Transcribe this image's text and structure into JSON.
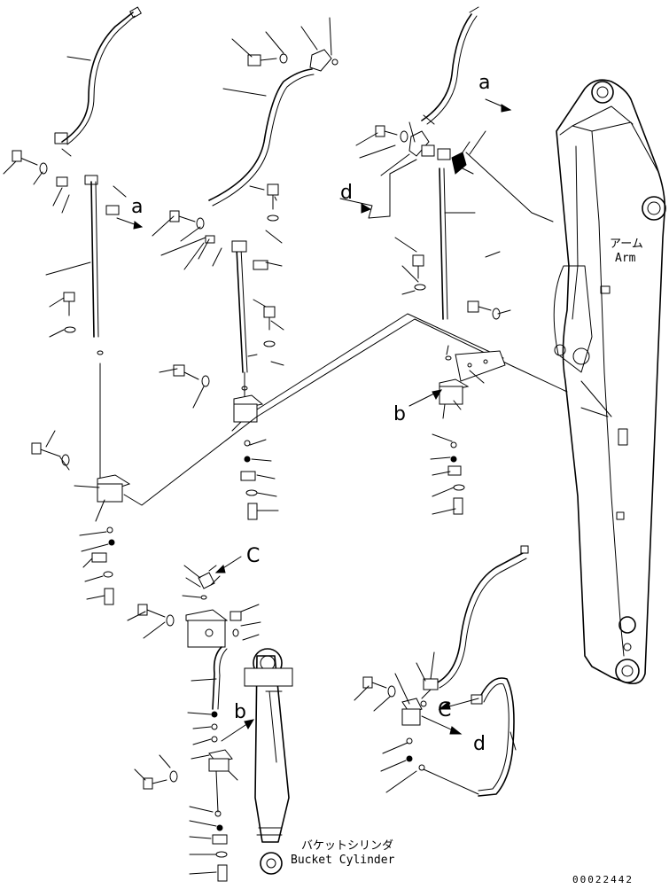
{
  "labels": {
    "arm_jp": "アーム",
    "arm_en": "Arm",
    "bucket_jp": "バケットシリンダ",
    "bucket_en": "Bucket Cylinder",
    "drawing_no": "00022442"
  },
  "callouts": {
    "a_top": "a",
    "a_left": "a",
    "b_mid": "b",
    "b_low": "b",
    "c_mid": "C",
    "c_low": "C",
    "d_top": "d",
    "d_low": "d"
  }
}
